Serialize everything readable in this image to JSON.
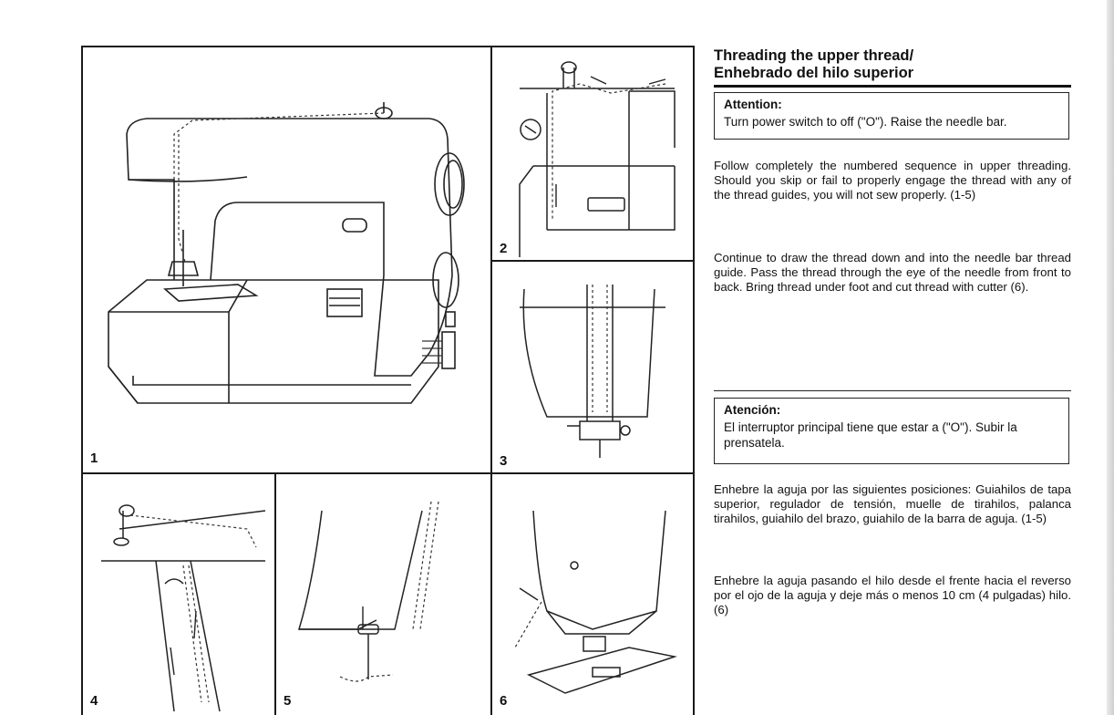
{
  "figures": {
    "fig1": "1",
    "fig2": "2",
    "fig3": "3",
    "fig4": "4",
    "fig5": "5",
    "fig6": "6"
  },
  "english": {
    "title_line1": "Threading the upper thread/",
    "title_line2": "Enhebrado del hilo superior",
    "attention_head": "Attention:",
    "attention_text": "Turn power switch to off (\"O\"). Raise the needle bar.",
    "para1": "Follow completely the numbered sequence in upper threading. Should you skip or fail to properly engage the thread with any of the thread guides, you will not sew properly. (1-5)",
    "para2": "Continue to draw the thread down and into the needle bar thread guide. Pass the thread through the eye of the needle from front to back. Bring thread under foot and cut thread with cutter (6)."
  },
  "spanish": {
    "attention_head": "Atención:",
    "attention_text": "El interruptor principal tiene que estar a (\"O\"). Subir la prensatela.",
    "para1": "Enhebre la aguja por las siguientes posiciones: Guiahilos de tapa superior, regulador de tensión, muelle de tirahilos, palanca tirahilos, guiahilo del brazo, guiahilo de la barra de aguja. (1-5)",
    "para2": "Enhebre la aguja pasando el hilo desde el frente hacia el reverso por el ojo de la aguja y deje más o menos 10 cm (4 pulgadas) hilo. (6)"
  }
}
